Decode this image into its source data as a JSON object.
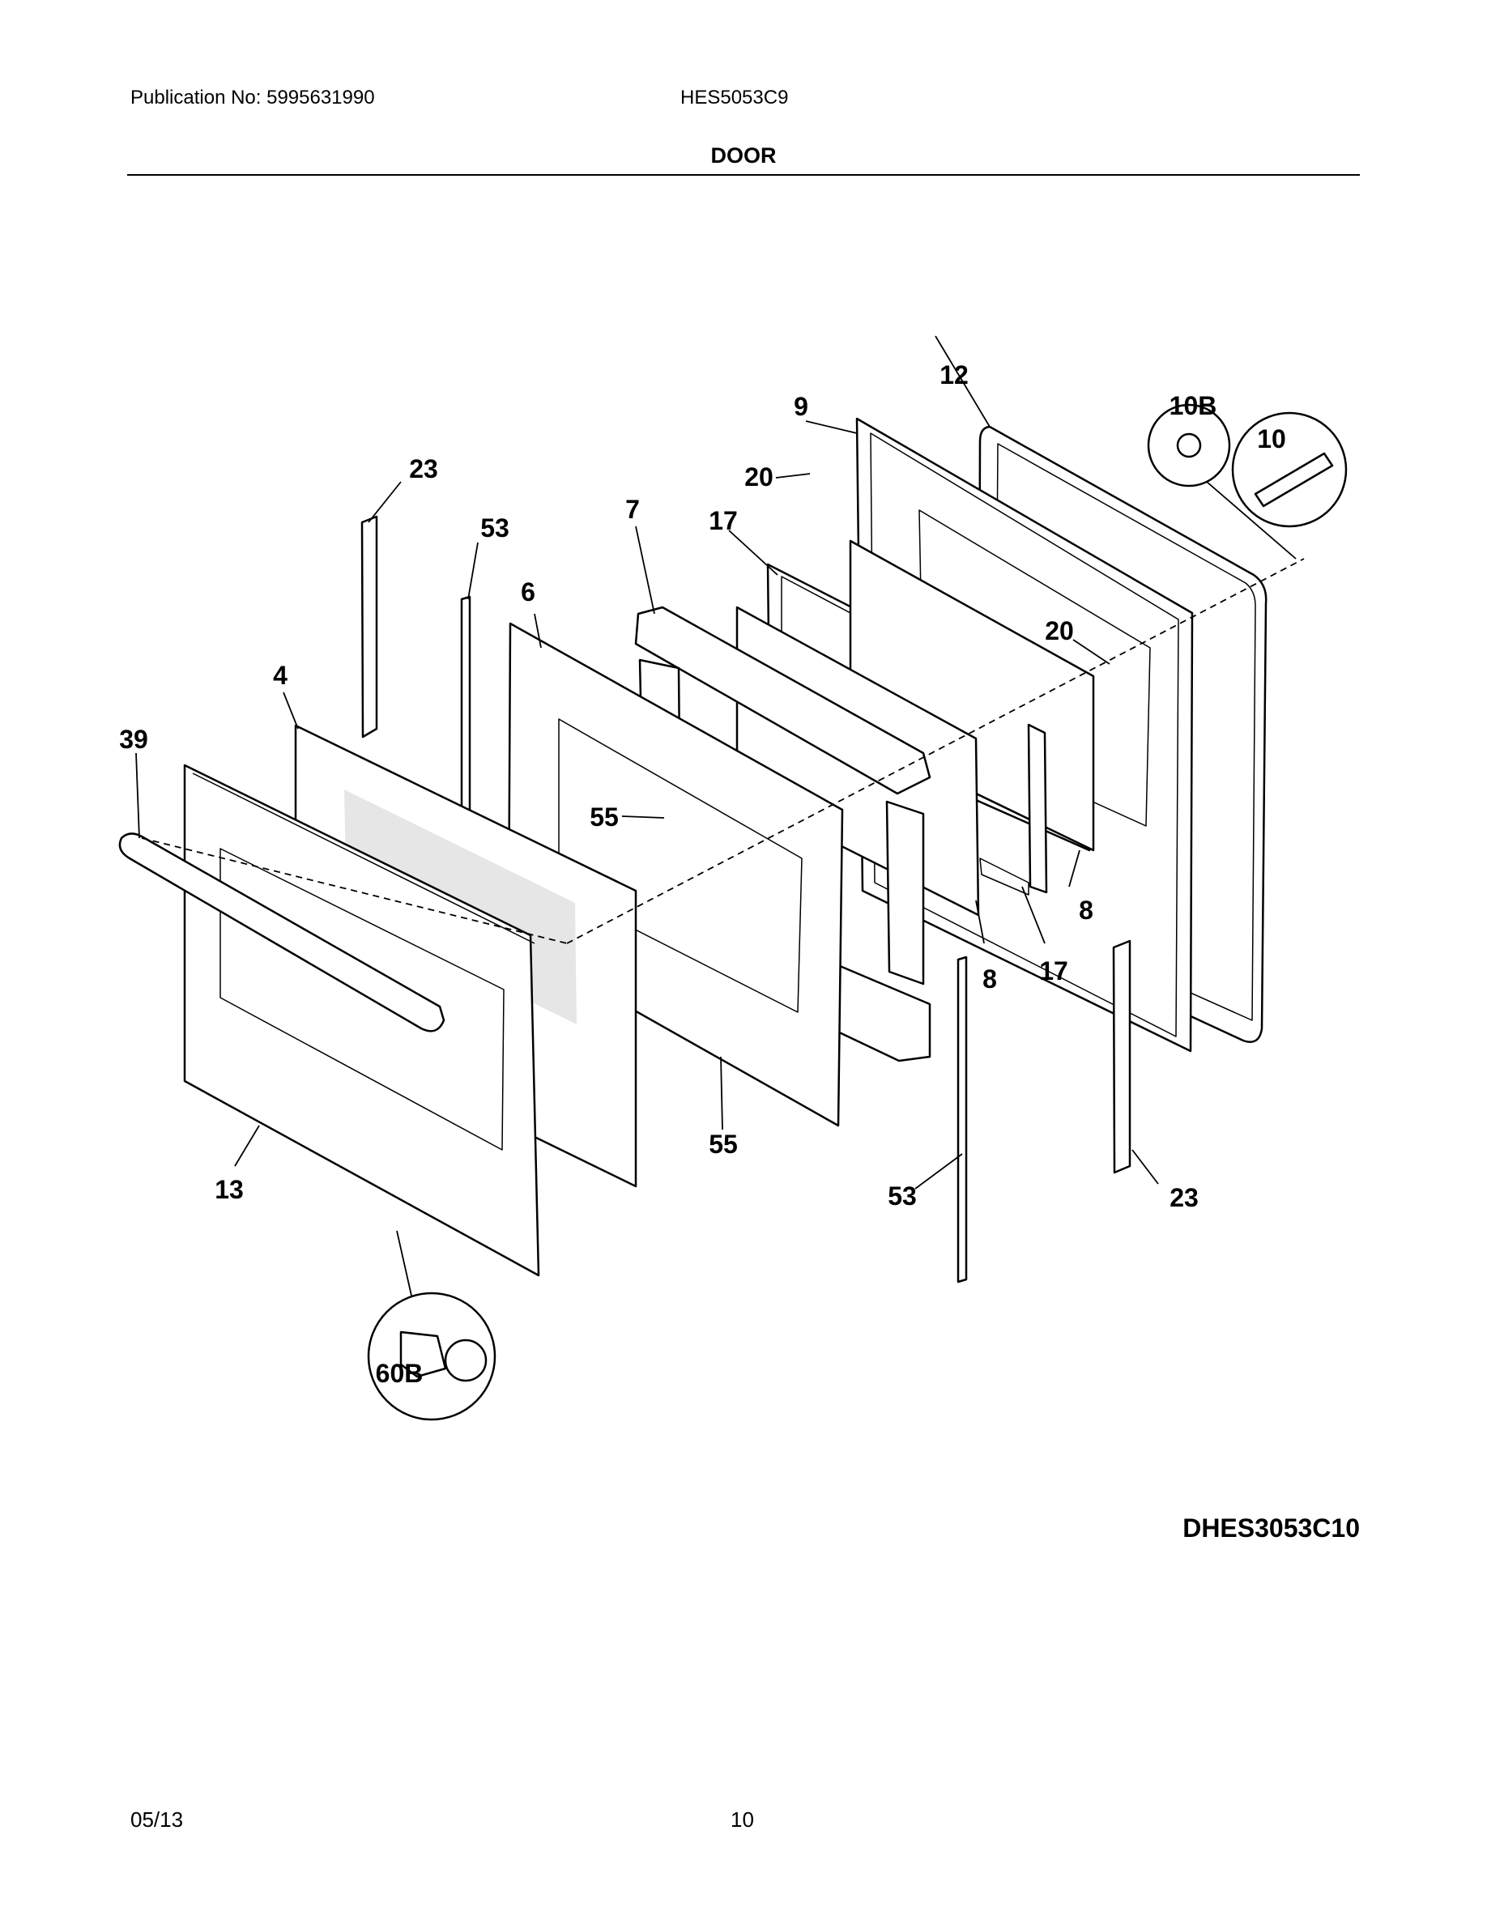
{
  "header": {
    "publication": "Publication No: 5995631990",
    "model": "HES5053C9",
    "section": "DOOR"
  },
  "diagram": {
    "callouts": {
      "c12": "12",
      "c9": "9",
      "c10b": "10B",
      "c10": "10",
      "c23a": "23",
      "c20a": "20",
      "c53a": "53",
      "c7": "7",
      "c17a": "17",
      "c6": "6",
      "c20b": "20",
      "c4": "4",
      "c39": "39",
      "c55a": "55",
      "c8a": "8",
      "c8b": "8",
      "c17b": "17",
      "c55b": "55",
      "c13": "13",
      "c53b": "53",
      "c23b": "23",
      "c60b": "60B"
    },
    "code": "DHES3053C10"
  },
  "footer": {
    "date": "05/13",
    "page": "10"
  }
}
